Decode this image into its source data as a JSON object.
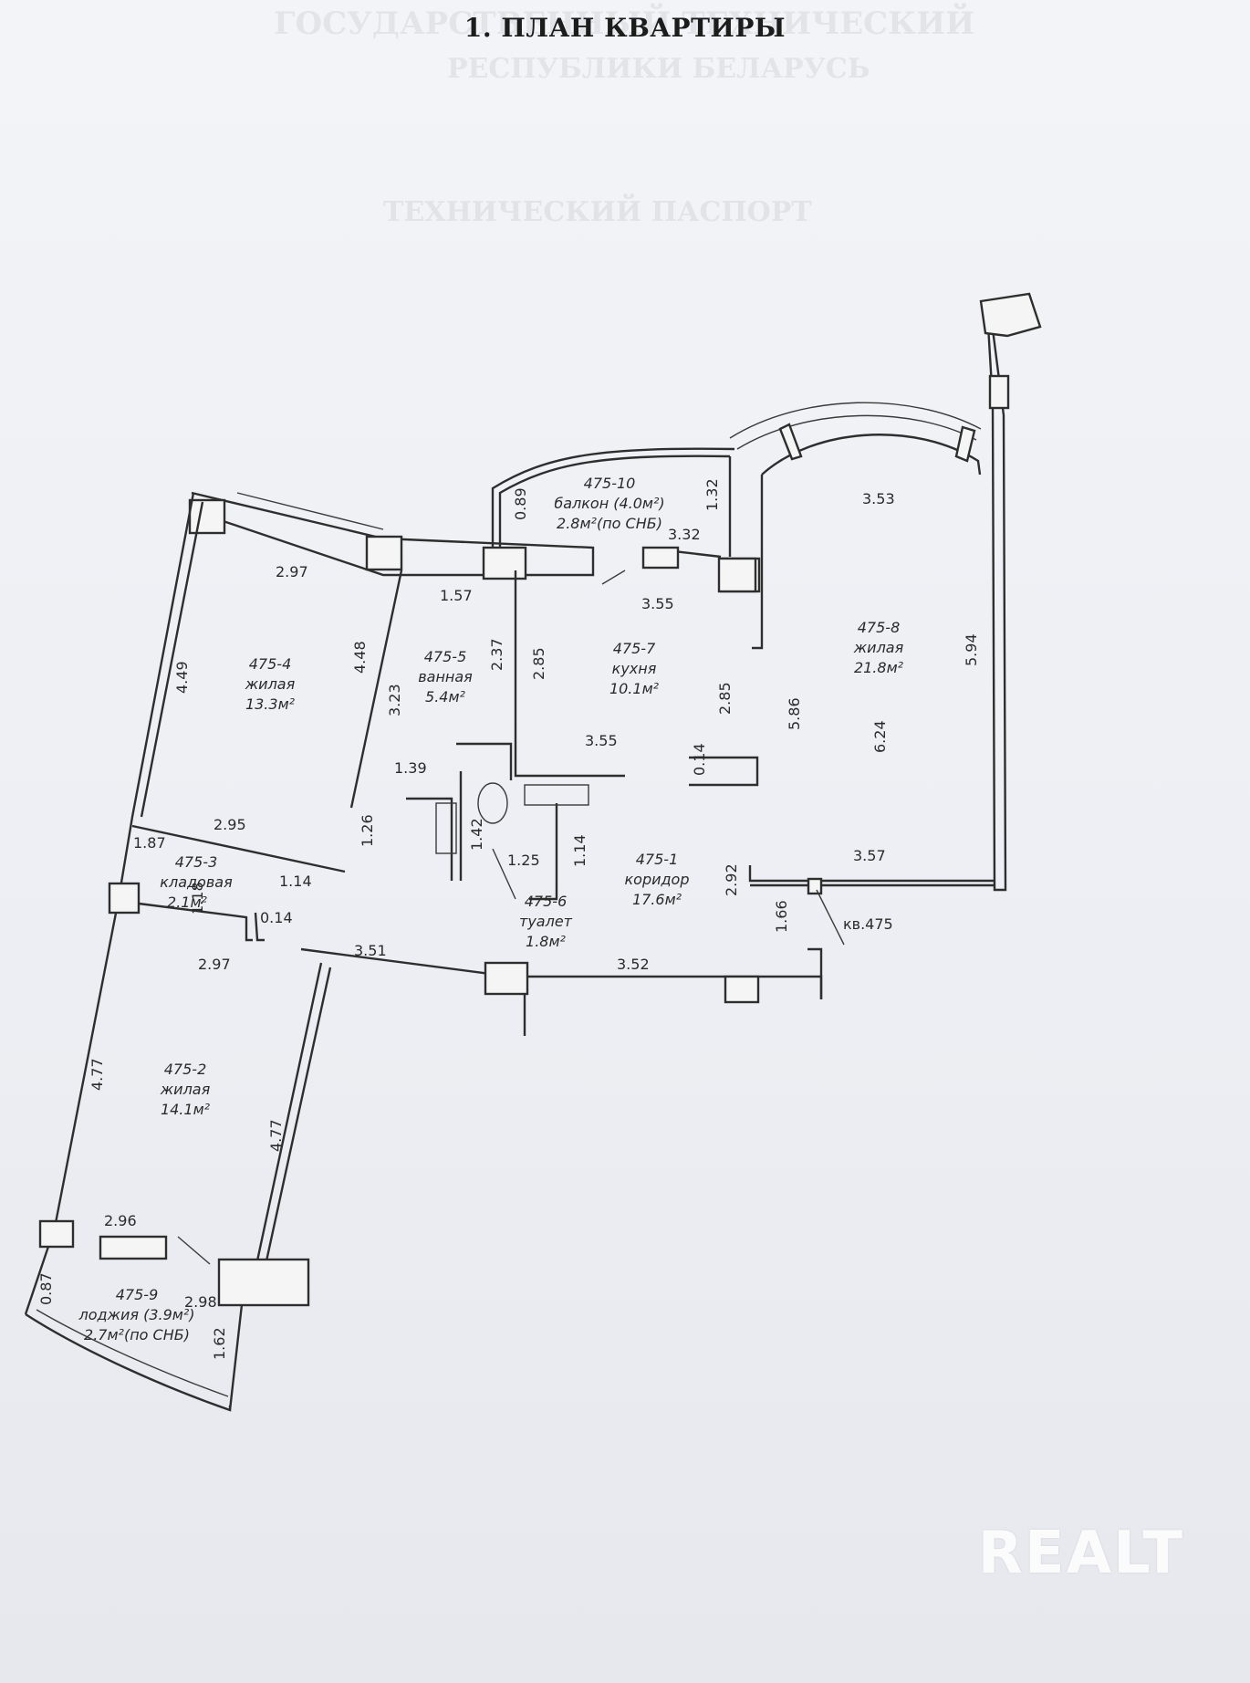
{
  "title": "1. ПЛАН КВАРТИРЫ",
  "rooms": [
    {
      "id": "475-10",
      "name": "балкон (4.0м²)",
      "area": "2.8м²(по СНБ)"
    },
    {
      "id": "475-4",
      "name": "жилая",
      "area": "13.3м²"
    },
    {
      "id": "475-5",
      "name": "ванная",
      "area": "5.4м²"
    },
    {
      "id": "475-7",
      "name": "кухня",
      "area": "10.1м²"
    },
    {
      "id": "475-8",
      "name": "жилая",
      "area": "21.8м²"
    },
    {
      "id": "475-3",
      "name": "кладовая",
      "area": "2.1м²"
    },
    {
      "id": "475-1",
      "name": "коридор",
      "area": "17.6м²"
    },
    {
      "id": "475-6",
      "name": "туалет",
      "area": "1.8м²"
    },
    {
      "id": "475-2",
      "name": "жилая",
      "area": "14.1м²"
    },
    {
      "id": "475-9",
      "name": "лоджия (3.9м²)",
      "area": "2.7м²(по СНБ)"
    }
  ],
  "dimensions": [
    "0.89",
    "1.32",
    "3.32",
    "3.53",
    "2.97",
    "1.57",
    "3.55",
    "5.94",
    "4.49",
    "4.48",
    "2.37",
    "2.85",
    "3.23",
    "2.85",
    "5.86",
    "6.24",
    "3.55",
    "0.14",
    "1.39",
    "2.95",
    "1.26",
    "1.87",
    "1.14",
    "1.42",
    "1.25",
    "1.14",
    "2.92",
    "3.57",
    "1.18",
    "0.14",
    "1.66",
    "2.97",
    "3.51",
    "3.52",
    "4.77",
    "4.77",
    "2.96",
    "0.87",
    "2.98",
    "1.62"
  ],
  "apartment_label": "кв.475",
  "watermark": "REALT"
}
